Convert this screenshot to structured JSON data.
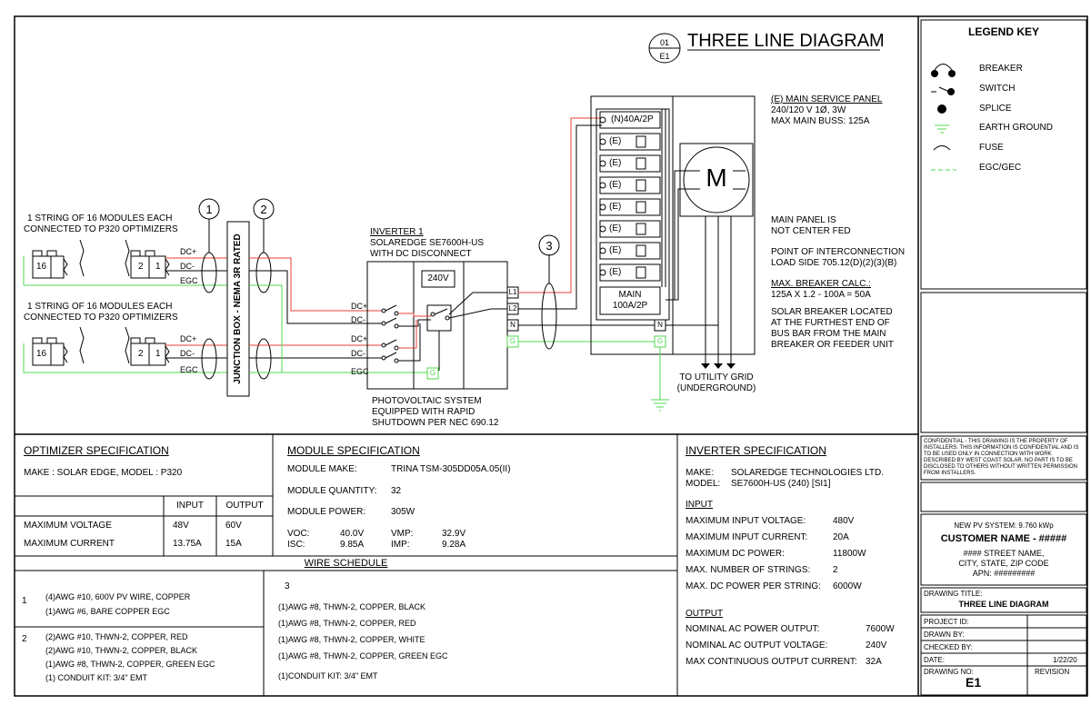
{
  "title": {
    "sheet_num": "01",
    "sheet_id": "E1",
    "text": "THREE LINE DIAGRAM"
  },
  "legend": {
    "title": "LEGEND KEY",
    "items": [
      "BREAKER",
      "SWITCH",
      "SPLICE",
      "EARTH GROUND",
      "FUSE",
      "EGC/GEC"
    ]
  },
  "diagram": {
    "string_label_1a": "1 STRING OF 16 MODULES EACH",
    "string_label_1b": "CONNECTED TO P320 OPTIMIZERS",
    "string_label_2a": "1 STRING OF 16 MODULES EACH",
    "string_label_2b": "CONNECTED TO P320 OPTIMIZERS",
    "module_16": "16",
    "module_2": "2",
    "module_1": "1",
    "dcp": "DC+",
    "dcm": "DC-",
    "egc": "EGC",
    "junction_box": "JUNCTION BOX - NEMA 3R RATED",
    "tag1": "1",
    "tag2": "2",
    "tag3": "3",
    "inverter_title": "INVERTER 1",
    "inverter_model": "SOLAREDGE SE7600H-US",
    "inverter_disc": "WITH DC DISCONNECT",
    "v240": "240V",
    "l1": "L1",
    "l2": "L2",
    "n": "N",
    "g": "G",
    "pv_note_1": "PHOTOVOLTAIC SYSTEM",
    "pv_note_2": "EQUIPPED WITH RAPID",
    "pv_note_3": "SHUTDOWN PER NEC 690.12",
    "breaker_new": "(N)40A/2P",
    "breaker_e": "(E)",
    "main_1": "MAIN",
    "main_2": "100A/2P",
    "meter": "M",
    "utility_1": "TO UTILITY GRID",
    "utility_2": "(UNDERGROUND)",
    "msp_title": "(E) MAIN SERVICE PANEL",
    "msp_1": "240/120 V 1Ø, 3W",
    "msp_2": "MAX MAIN BUSS:  125A",
    "note_cf_1": "MAIN PANEL IS",
    "note_cf_2": "NOT CENTER FED",
    "note_poi_1": "POINT OF INTERCONNECTION",
    "note_poi_2": "LOAD SIDE 705.12(D)(2)(3)(B)",
    "calc_title": "MAX. BREAKER CALC.:",
    "calc_text": "125A X 1.2 - 100A = 50A",
    "note_sb_1": "SOLAR BREAKER LOCATED",
    "note_sb_2": "AT THE FURTHEST END OF",
    "note_sb_3": "BUS BAR FROM THE MAIN",
    "note_sb_4": "BREAKER OR FEEDER UNIT"
  },
  "optimizer": {
    "title": "OPTIMIZER SPECIFICATION",
    "make": "MAKE : SOLAR EDGE, MODEL : P320",
    "col_input": "INPUT",
    "col_output": "OUTPUT",
    "rows": [
      {
        "label": "MAXIMUM VOLTAGE",
        "input": "48V",
        "output": "60V"
      },
      {
        "label": "MAXIMUM CURRENT",
        "input": "13.75A",
        "output": "15A"
      }
    ]
  },
  "module": {
    "title": "MODULE SPECIFICATION",
    "make_label": "MODULE MAKE:",
    "make": "TRINA TSM-305DD05A.05(II)",
    "qty_label": "MODULE QUANTITY:",
    "qty": "32",
    "power_label": "MODULE POWER:",
    "power": "305W",
    "voc_label": "VOC:",
    "voc": "40.0V",
    "vmp_label": "VMP:",
    "vmp": "32.9V",
    "isc_label": "ISC:",
    "isc": "9.85A",
    "imp_label": "IMP:",
    "imp": "9.28A"
  },
  "wire_schedule": {
    "title": "WIRE SCHEDULE",
    "g1_num": "1",
    "g1": [
      "(4)AWG #10, 600V PV WIRE, COPPER",
      "(1)AWG #6, BARE COPPER EGC"
    ],
    "g2_num": "2",
    "g2": [
      "(2)AWG #10, THWN-2, COPPER, RED",
      "(2)AWG #10, THWN-2, COPPER, BLACK",
      "(1)AWG #8, THWN-2, COPPER, GREEN EGC",
      "(1) CONDUIT KIT: 3/4\" EMT"
    ],
    "g3_num": "3",
    "g3": [
      "(1)AWG #8, THWN-2, COPPER, BLACK",
      "(1)AWG #8, THWN-2, COPPER, RED",
      "(1)AWG #8, THWN-2, COPPER, WHITE",
      "(1)AWG #8, THWN-2, COPPER, GREEN EGC",
      "(1)CONDUIT KIT: 3/4\" EMT"
    ]
  },
  "inverter": {
    "title": "INVERTER SPECIFICATION",
    "make_label": "MAKE:",
    "make": "SOLAREDGE TECHNOLOGIES LTD.",
    "model_label": "MODEL:",
    "model": "SE7600H-US (240) [SI1]",
    "input_title": "INPUT",
    "input_rows": [
      {
        "label": "MAXIMUM INPUT VOLTAGE:",
        "value": "480V"
      },
      {
        "label": "MAXIMUM INPUT CURRENT:",
        "value": "20A"
      },
      {
        "label": "MAXIMUM DC POWER:",
        "value": "11800W"
      },
      {
        "label": "MAX. NUMBER OF STRINGS:",
        "value": "2"
      },
      {
        "label": "MAX. DC POWER PER STRING:",
        "value": "6000W"
      }
    ],
    "output_title": "OUTPUT",
    "output_rows": [
      {
        "label": "NOMINAL AC POWER OUTPUT:",
        "value": "7600W"
      },
      {
        "label": "NOMINAL AC OUTPUT VOLTAGE:",
        "value": "240V"
      },
      {
        "label": "MAX CONTINUOUS OUTPUT CURRENT:",
        "value": "32A"
      }
    ]
  },
  "titleblock": {
    "confidential": "CONFIDENTIAL - THIS DRAWING IS THE PROPERTY OF INSTALLERS. THIS INFORMATION IS CONFIDENTIAL AND IS TO BE USED ONLY IN CONNECTION WITH WORK DESCRIBED BY WEST COAST SOLAR. NO PART IS TO BE DISCLOSED TO OTHERS WITHOUT WRITTEN PERMISSION FROM INSTALLERS.",
    "system": "NEW PV SYSTEM: 9.760 kWp",
    "customer": "CUSTOMER NAME - #####",
    "street": "#### STREET NAME,",
    "city": "CITY, STATE, ZIP CODE",
    "apn": "APN: #########",
    "drawing_title_label": "DRAWING TITLE:",
    "drawing_title": "THREE LINE DIAGRAM",
    "project_id": "PROJECT ID:",
    "drawn_by": "DRAWN BY:",
    "checked_by": "CHECKED BY:",
    "date_label": "DATE:",
    "date": "1/22/20",
    "drawing_no_label": "DRAWING NO:",
    "drawing_no": "E1",
    "revision": "REVISION"
  },
  "colors": {
    "red": "#e8403a",
    "green": "#4fd84f",
    "black": "#000000"
  }
}
